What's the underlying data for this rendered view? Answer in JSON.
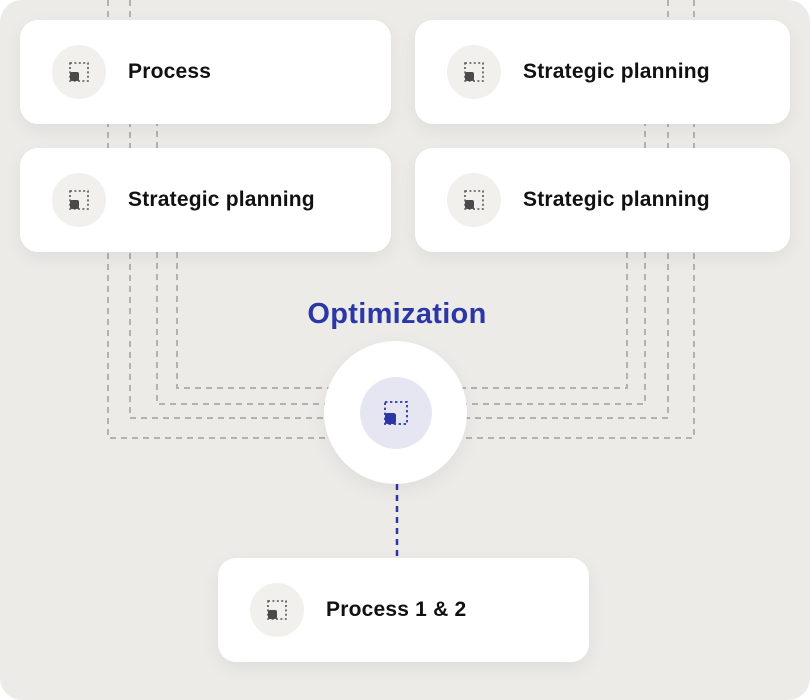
{
  "colors": {
    "background": "#ecebe8",
    "card": "#ffffff",
    "accent": "#2b37a6",
    "connector": "#b3b2ae",
    "icon_neutral": "#4a4a4a"
  },
  "hub": {
    "title": "Optimization",
    "icon": "focus-square-icon"
  },
  "cards": [
    {
      "label": "Process",
      "icon": "focus-square-icon"
    },
    {
      "label": "Strategic planning",
      "icon": "focus-square-icon"
    },
    {
      "label": "Strategic planning",
      "icon": "focus-square-icon"
    },
    {
      "label": "Strategic planning",
      "icon": "focus-square-icon"
    },
    {
      "label": "Process 1 & 2",
      "icon": "focus-square-icon"
    }
  ]
}
